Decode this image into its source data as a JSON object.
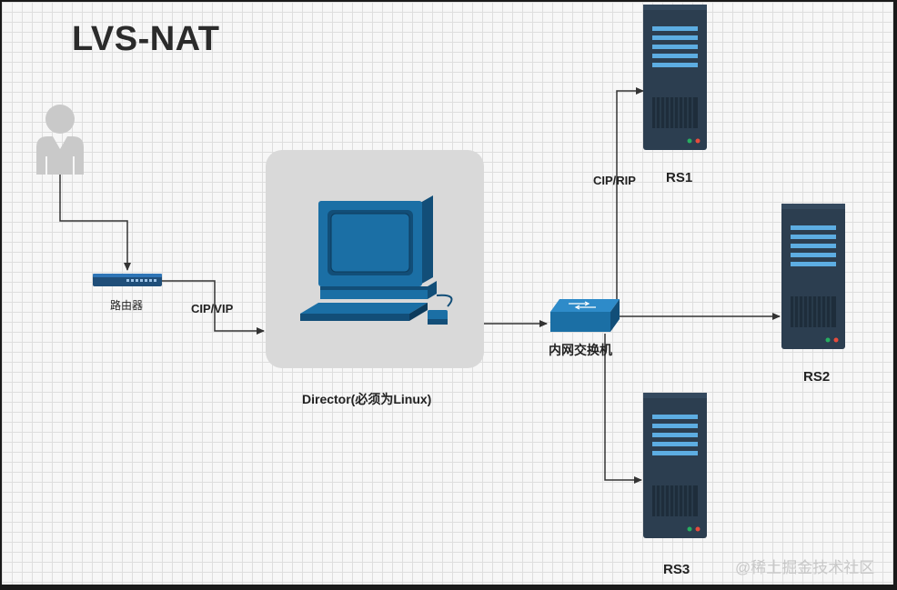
{
  "title": "LVS-NAT",
  "nodes": {
    "router": "路由器",
    "director": "Director(必须为Linux)",
    "switch": "内网交换机",
    "rs1": "RS1",
    "rs2": "RS2",
    "rs3": "RS3"
  },
  "edges": {
    "client_to_director": "CIP/VIP",
    "switch_to_rs1": "CIP/RIP"
  },
  "icons": [
    "user-icon",
    "router-icon",
    "computer-icon",
    "switch-icon",
    "server-icon"
  ],
  "colors": {
    "device_blue": "#1b6fa5",
    "server_dark": "#2c3e50",
    "server_slot": "#5dade2",
    "user_gray": "#c9c9c9"
  },
  "watermark": "@稀土掘金技术社区"
}
